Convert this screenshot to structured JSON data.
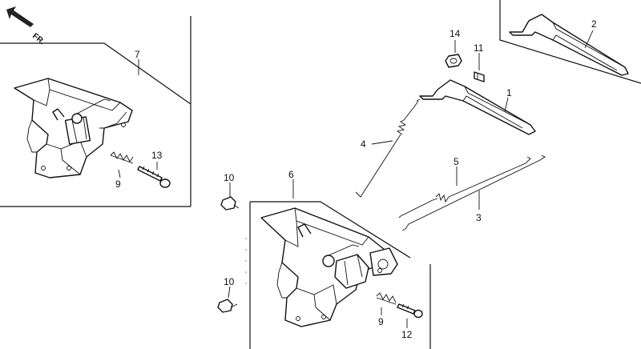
{
  "orientation": {
    "label": "FR."
  },
  "callouts": {
    "c1": "1",
    "c2": "2",
    "c3": "3",
    "c4": "4",
    "c5": "5",
    "c6": "6",
    "c7": "7",
    "c9a": "9",
    "c9b": "9",
    "c10a": "10",
    "c10b": "10",
    "c11": "11",
    "c12": "12",
    "c13": "13",
    "c14": "14"
  }
}
